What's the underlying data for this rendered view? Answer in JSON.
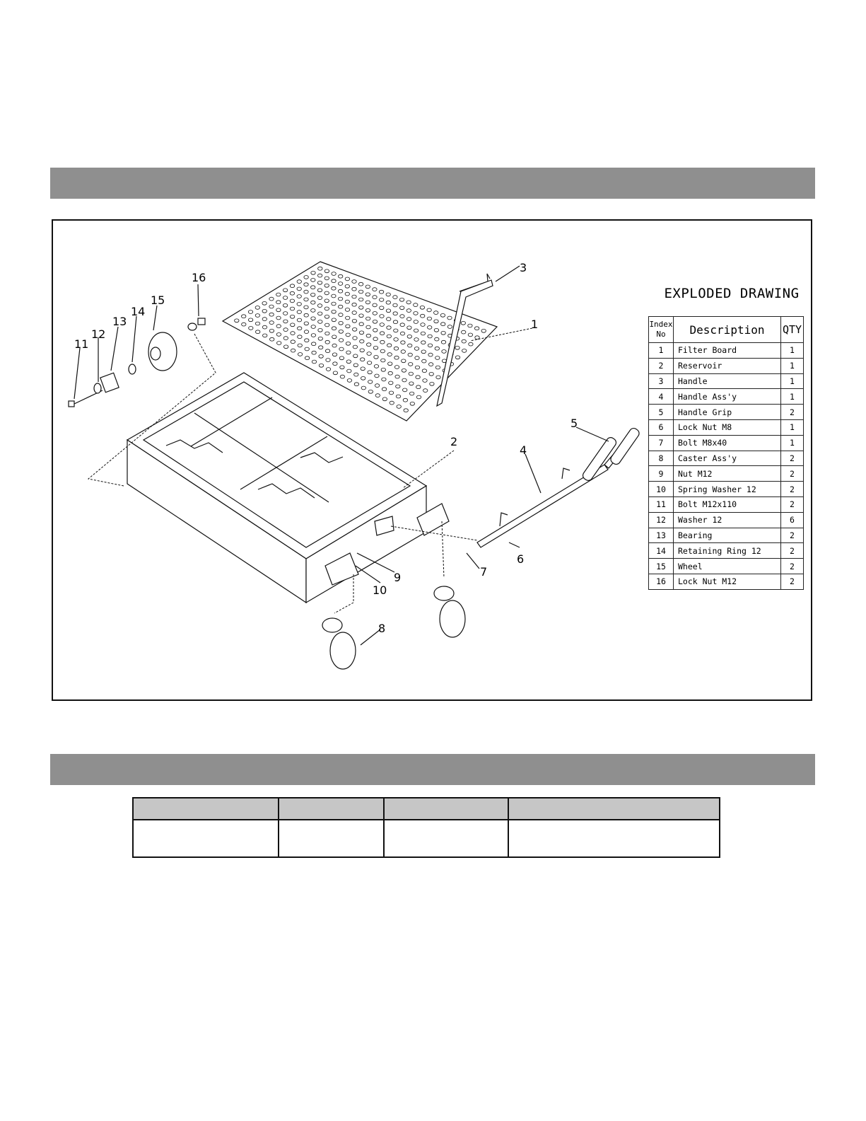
{
  "drawing": {
    "title": "EXPLODED DRAWING",
    "table_headers": {
      "index": "Index No",
      "description": "Description",
      "qty": "QTY"
    },
    "parts": [
      {
        "index": "1",
        "description": "Filter Board",
        "qty": "1"
      },
      {
        "index": "2",
        "description": "Reservoir",
        "qty": "1"
      },
      {
        "index": "3",
        "description": "Handle",
        "qty": "1"
      },
      {
        "index": "4",
        "description": "Handle Ass'y",
        "qty": "1"
      },
      {
        "index": "5",
        "description": "Handle Grip",
        "qty": "2"
      },
      {
        "index": "6",
        "description": "Lock Nut M8",
        "qty": "1"
      },
      {
        "index": "7",
        "description": "Bolt M8x40",
        "qty": "1"
      },
      {
        "index": "8",
        "description": "Caster Ass'y",
        "qty": "2"
      },
      {
        "index": "9",
        "description": "Nut M12",
        "qty": "2"
      },
      {
        "index": "10",
        "description": "Spring Washer 12",
        "qty": "2"
      },
      {
        "index": "11",
        "description": "Bolt M12x110",
        "qty": "2"
      },
      {
        "index": "12",
        "description": "Washer 12",
        "qty": "6"
      },
      {
        "index": "13",
        "description": "Bearing",
        "qty": "2"
      },
      {
        "index": "14",
        "description": "Retaining Ring 12",
        "qty": "2"
      },
      {
        "index": "15",
        "description": "Wheel",
        "qty": "2"
      },
      {
        "index": "16",
        "description": "Lock Nut M12",
        "qty": "2"
      }
    ],
    "callouts": [
      "1",
      "2",
      "3",
      "4",
      "5",
      "6",
      "7",
      "8",
      "9",
      "10",
      "11",
      "12",
      "13",
      "14",
      "15",
      "16"
    ]
  },
  "colors": {
    "band": "#8f8f8f",
    "table_header": "#c6c6c6",
    "line": "#111111"
  }
}
